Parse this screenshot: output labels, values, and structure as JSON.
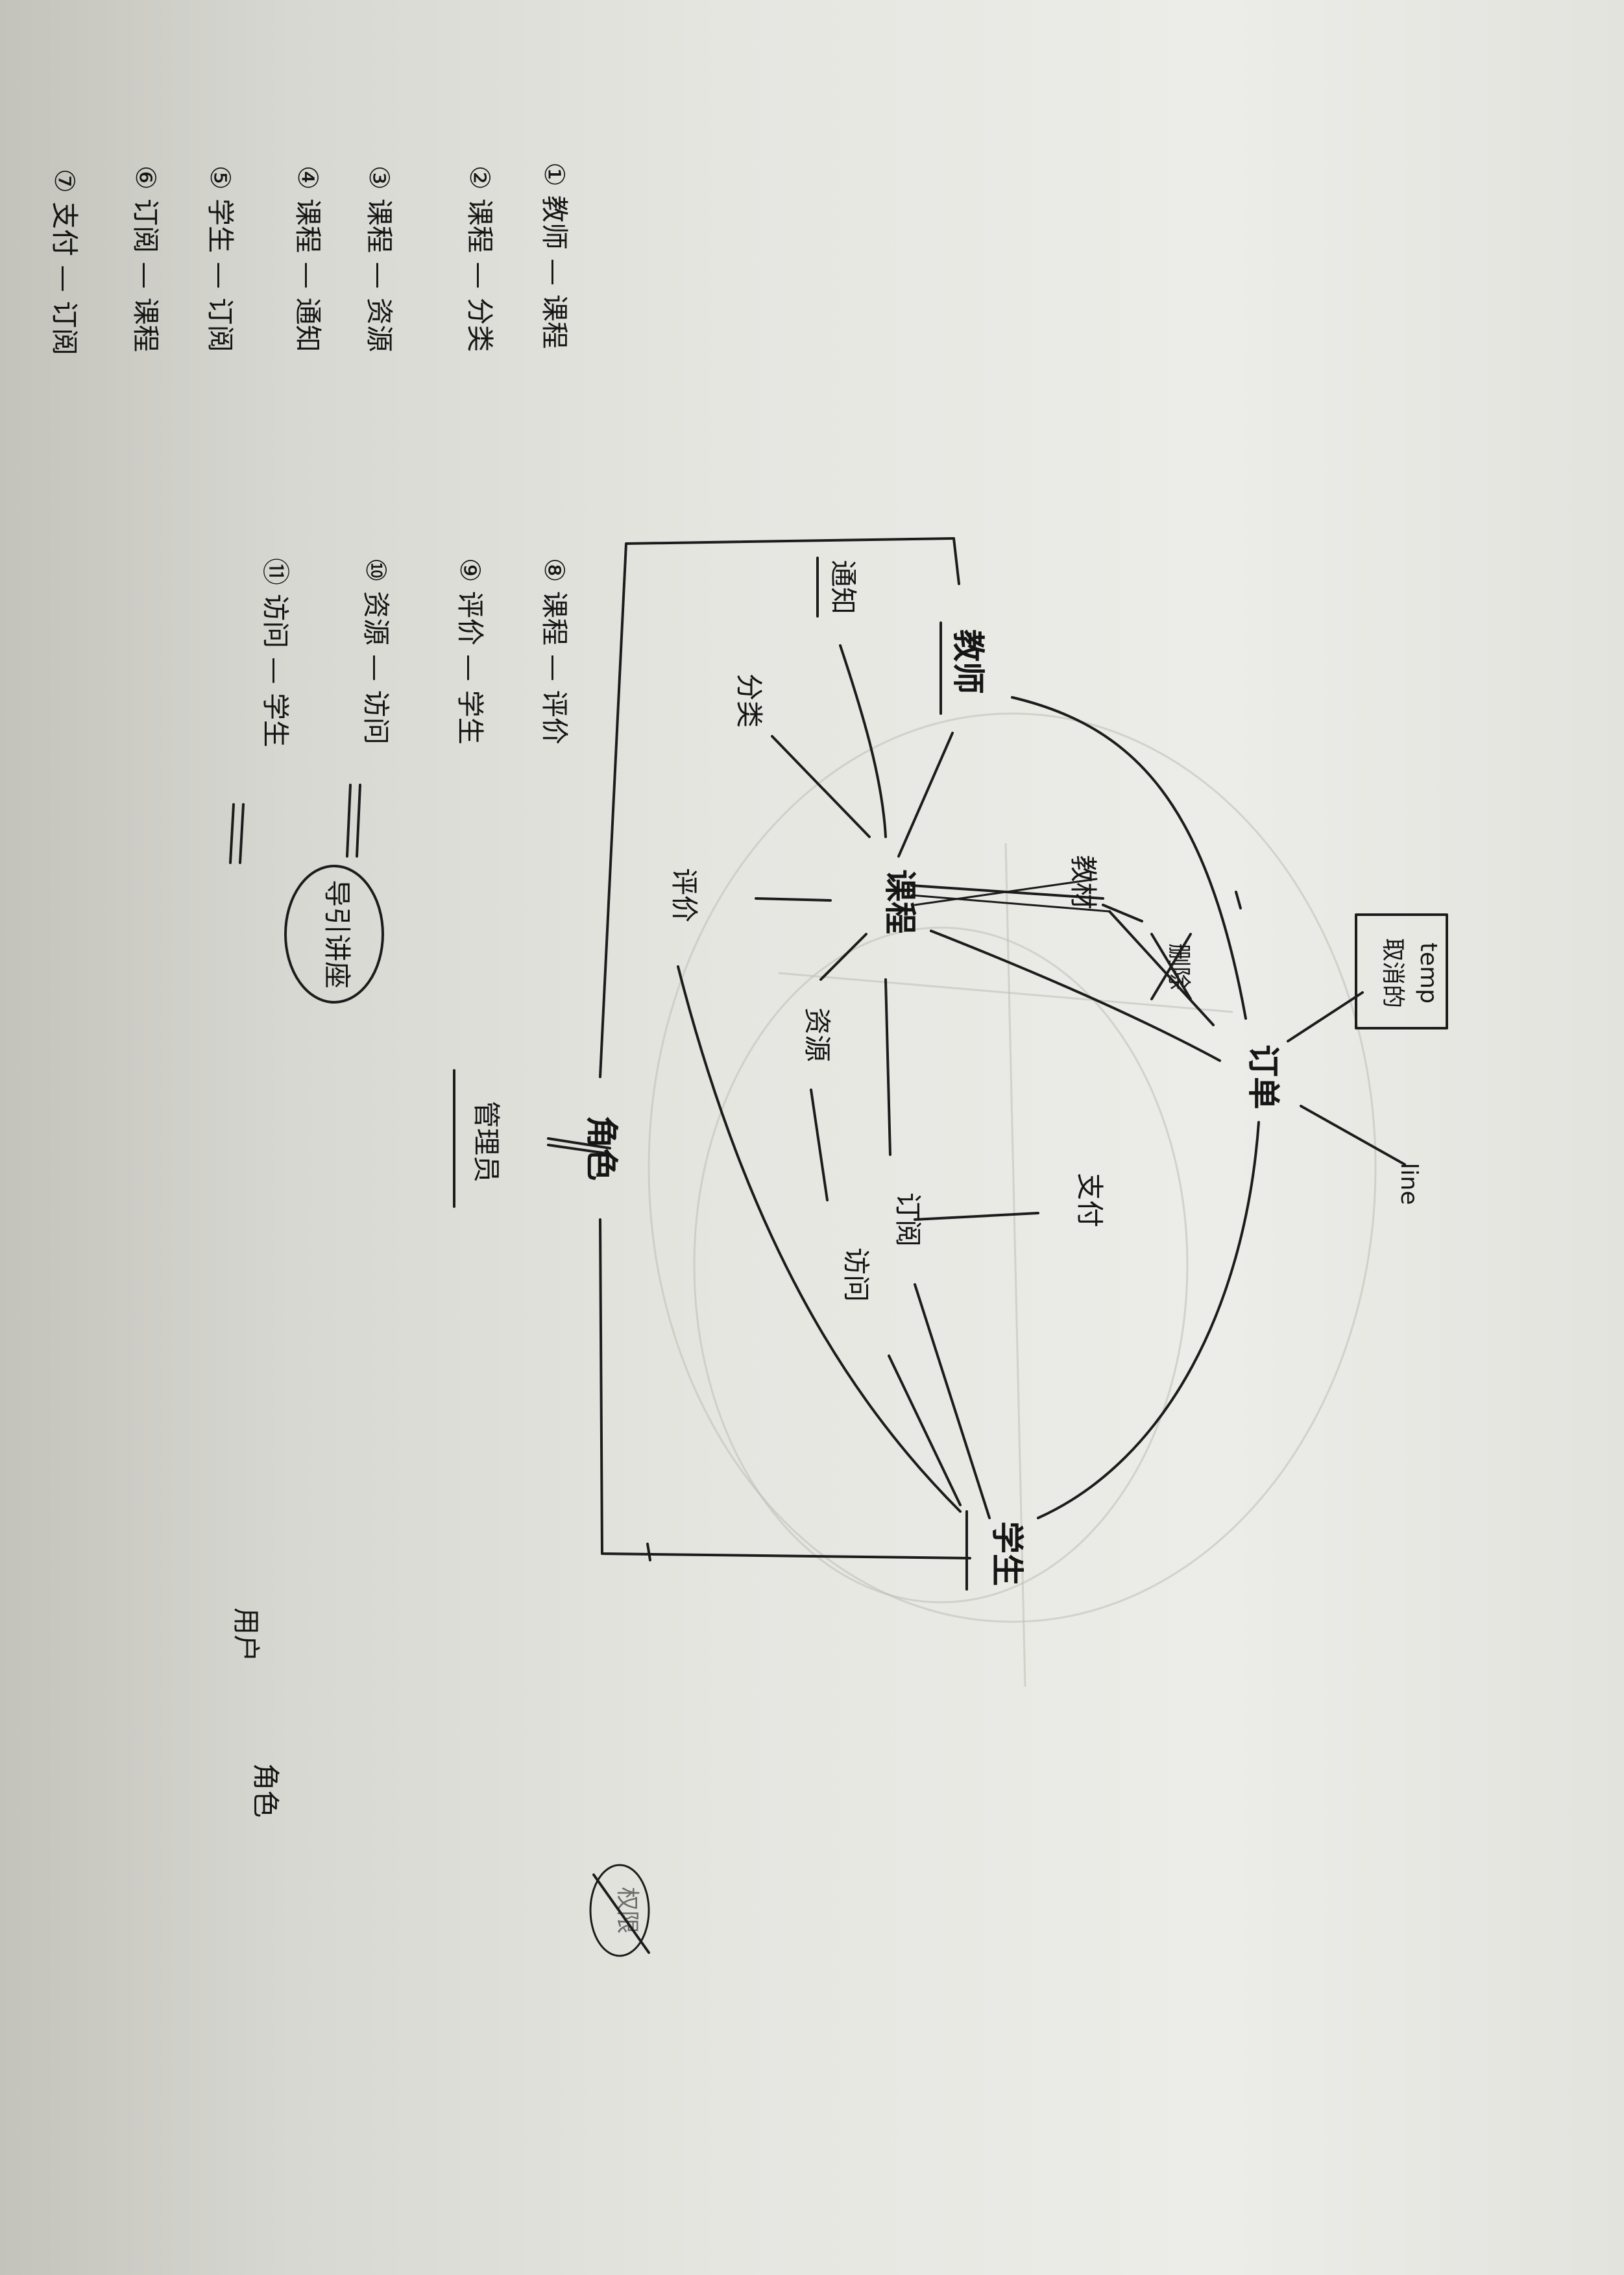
{
  "nodes": {
    "teacher": "教师",
    "course": "课程",
    "order": "订单",
    "student": "学生",
    "purchase": "订阅",
    "resource": "资源",
    "notice": "通知",
    "category": "分类",
    "comment": "评价",
    "access": "访问",
    "material": "教材",
    "delete": "删除",
    "payment": "支付",
    "role": "角色",
    "admin": "管理员",
    "temp": "temp",
    "temp_order": "取消的",
    "line": "line",
    "lecture": "导引讲座"
  },
  "relations": [
    "① 教师 — 课程",
    "② 课程 — 分类",
    "③ 课程 — 资源",
    "④ 课程 — 通知",
    "⑤ 学生 — 订阅",
    "⑥ 订阅 — 课程",
    "⑦ 支付 — 订阅",
    "⑧ 课程 — 评价",
    "⑨ 评价 — 学生",
    "⑩ 资源 — 访问",
    "⑪ 访问 — 学生"
  ],
  "corner_words": {
    "user": "用户",
    "role": "角色",
    "permission": "权限"
  }
}
